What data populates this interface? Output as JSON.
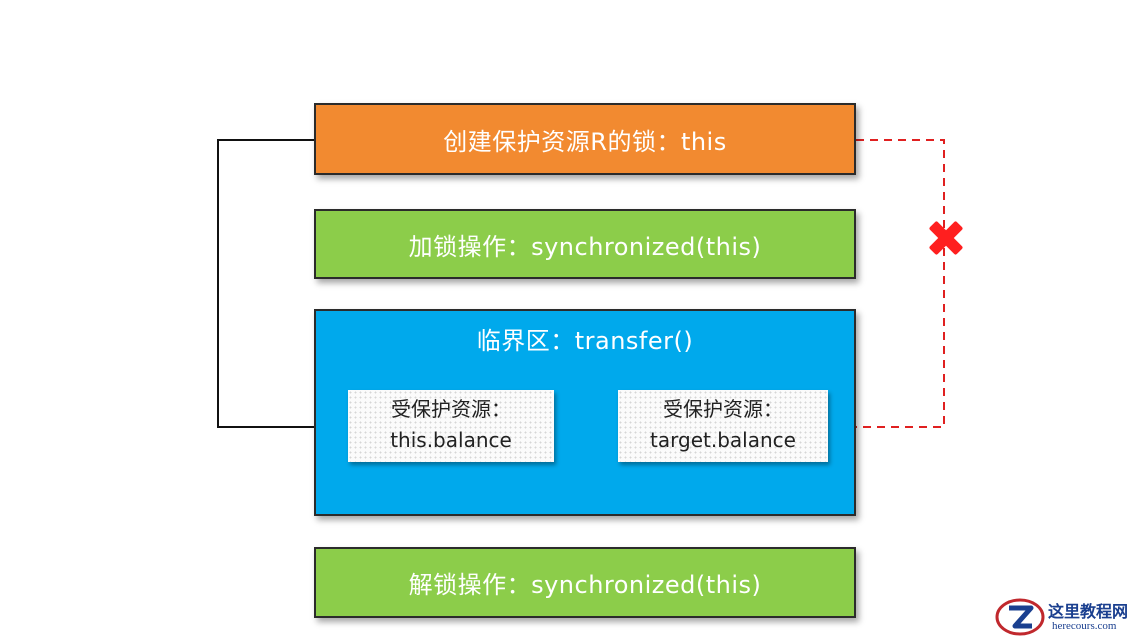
{
  "diagram": {
    "lock_create": {
      "label": "创建保护资源R的锁：this",
      "color": "#f28a30"
    },
    "lock_op": {
      "label": "加锁操作：synchronized(this)",
      "color": "#8ccd4a"
    },
    "critical": {
      "title": "临界区：transfer()",
      "color": "#00a9ec",
      "resources": [
        {
          "line1": "受保护资源：",
          "line2": "this.balance"
        },
        {
          "line1": "受保护资源：",
          "line2": "target.balance"
        }
      ]
    },
    "unlock_op": {
      "label": "解锁操作：synchronized(this)",
      "color": "#8ccd4a"
    },
    "links": {
      "protects_color": "#111111",
      "fails_color": "#e02020",
      "fail_marker": "x-icon"
    }
  },
  "watermark": {
    "title": "这里教程网",
    "url": "herecours.com",
    "color": "#1a3f8f"
  }
}
